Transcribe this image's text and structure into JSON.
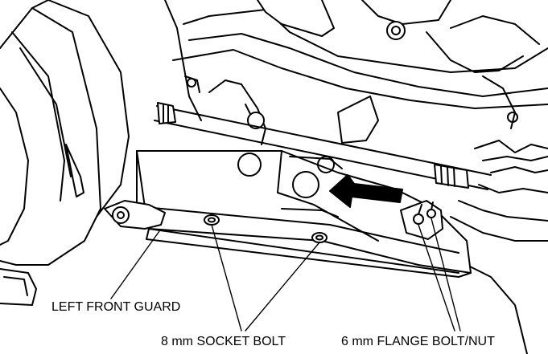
{
  "labels": {
    "left_front_guard": "LEFT FRONT GUARD",
    "socket_bolt": "8 mm SOCKET BOLT",
    "flange_bolt_nut": "6 mm FLANGE BOLT/NUT"
  },
  "colors": {
    "line": "#000000",
    "fill": "#ffffff",
    "arrow": "#000000"
  }
}
